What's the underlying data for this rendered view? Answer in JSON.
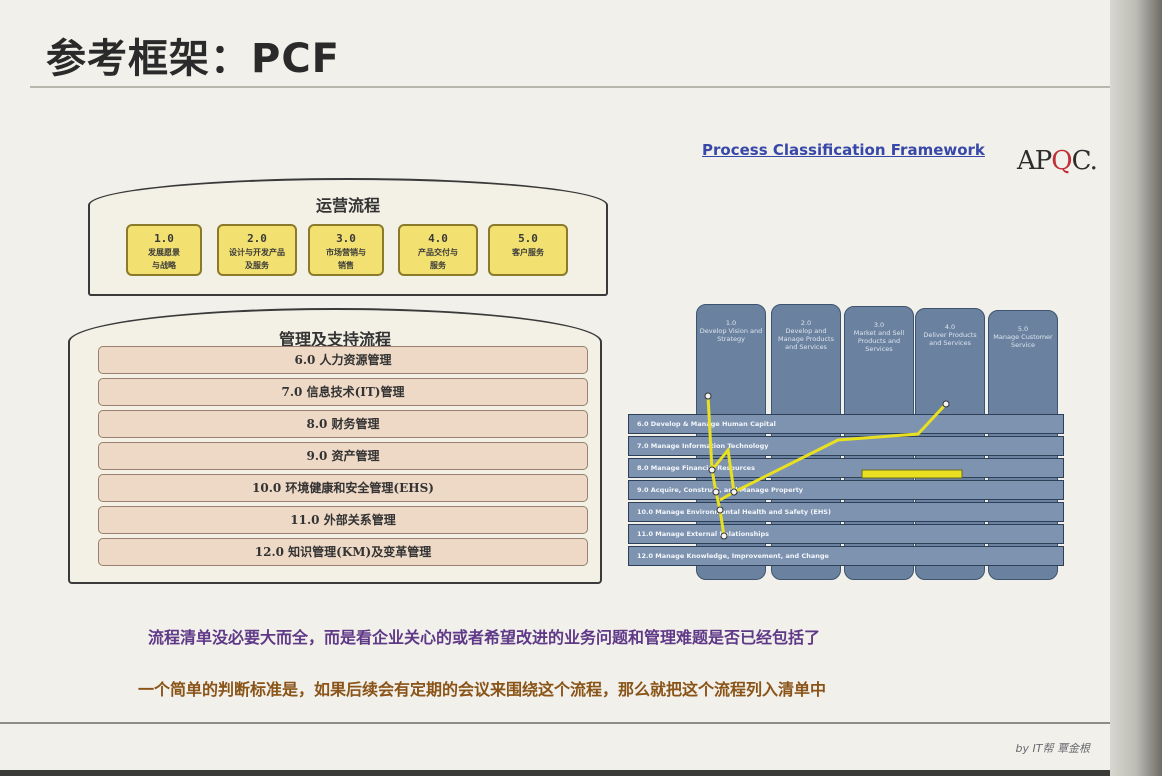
{
  "slide": {
    "title": "参考框架：PCF",
    "credit": "by IT帮 覃金根"
  },
  "header": {
    "pcf_link": "Process Classification Framework",
    "apqc_logo": "APQC."
  },
  "operations": {
    "title": "运营流程",
    "items": [
      {
        "num": "1.0",
        "line1": "发展愿景",
        "line2": "与战略"
      },
      {
        "num": "2.0",
        "line1": "设计与开发产品",
        "line2": "及服务"
      },
      {
        "num": "3.0",
        "line1": "市场营销与",
        "line2": "销售"
      },
      {
        "num": "4.0",
        "line1": "产品交付与",
        "line2": "服务"
      },
      {
        "num": "5.0",
        "line1": "客户服务",
        "line2": ""
      }
    ]
  },
  "management": {
    "title": "管理及支持流程",
    "items": [
      "6.0 人力资源管理",
      "7.0 信息技术(IT)管理",
      "8.0 财务管理",
      "9.0 资产管理",
      "10.0 环境健康和安全管理(EHS)",
      "11.0 外部关系管理",
      "12.0 知识管理(KM)及变革管理"
    ]
  },
  "framework": {
    "columns": [
      {
        "num": "1.0",
        "label": "Develop Vision and Strategy"
      },
      {
        "num": "2.0",
        "label": "Develop and Manage Products and Services"
      },
      {
        "num": "3.0",
        "label": "Market and Sell Products and Services"
      },
      {
        "num": "4.0",
        "label": "Deliver Products and Services"
      },
      {
        "num": "5.0",
        "label": "Manage Customer Service"
      }
    ],
    "rows": [
      "6.0 Develop & Manage Human Capital",
      "7.0 Manage Information Technology",
      "8.0 Manage Financial Resources",
      "9.0 Acquire, Construct, and Manage Property",
      "10.0 Manage Environmental Health and Safety (EHS)",
      "11.0 Manage External Relationships",
      "12.0 Manage Knowledge, Improvement, and Change"
    ],
    "accent": "#e8e020"
  },
  "notes": {
    "line1": "流程清单没必要大而全，而是看企业关心的或者希望改进的业务问题和管理难题是否已经包括了",
    "line2": "一个简单的判断标准是，如果后续会有定期的会议来围绕这个流程，那么就把这个流程列入清单中"
  }
}
